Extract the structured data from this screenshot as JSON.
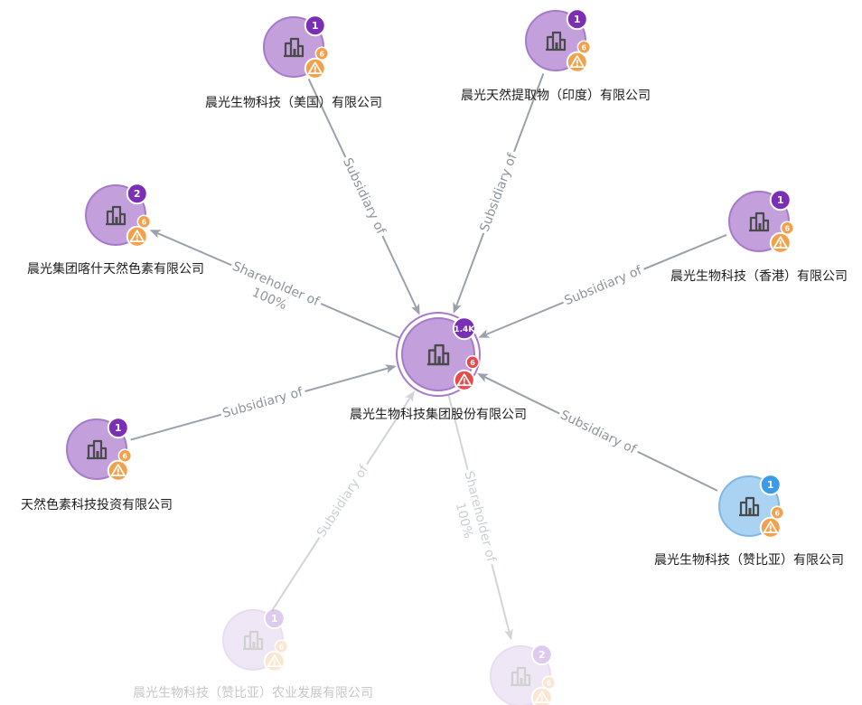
{
  "graph": {
    "center": {
      "name": "晨光生物科技集团股份有限公司",
      "count": "1.4K",
      "risk": "6",
      "color": "#c39fdc",
      "icon": "building-icon"
    },
    "nodes": [
      {
        "id": "us",
        "name": "晨光生物科技（美国）有限公司",
        "count": "1",
        "risk": "6",
        "color": "#c39fdc",
        "icon": "building-icon"
      },
      {
        "id": "india",
        "name": "晨光天然提取物（印度）有限公司",
        "count": "1",
        "risk": "6",
        "color": "#c39fdc",
        "icon": "building-icon"
      },
      {
        "id": "kashgar",
        "name": "晨光集团喀什天然色素有限公司",
        "count": "2",
        "risk": "6",
        "color": "#c39fdc",
        "icon": "building-icon"
      },
      {
        "id": "hk",
        "name": "晨光生物科技（香港）有限公司",
        "count": "1",
        "risk": "6",
        "color": "#c39fdc",
        "icon": "building-icon"
      },
      {
        "id": "natural",
        "name": "天然色素科技投资有限公司",
        "count": "1",
        "risk": "6",
        "color": "#c39fdc",
        "icon": "building-icon"
      },
      {
        "id": "zambia",
        "name": "晨光生物科技（赞比亚）有限公司",
        "count": "1",
        "risk": "6",
        "color": "#a9d2f3",
        "icon": "building-icon"
      },
      {
        "id": "zambia_agri",
        "name": "晨光生物科技（赞比亚）农业发展有限公司",
        "count": "1",
        "risk": "6",
        "color": "#c39fdc",
        "icon": "building-icon"
      },
      {
        "id": "bottom",
        "name": "",
        "count": "2",
        "risk": "6",
        "color": "#c39fdc",
        "icon": "building-icon"
      }
    ],
    "edges": [
      {
        "from": "us",
        "to": "center",
        "label": "Subsidiary of",
        "sublabel": ""
      },
      {
        "from": "india",
        "to": "center",
        "label": "Subsidiary of",
        "sublabel": ""
      },
      {
        "from": "center",
        "to": "kashgar",
        "label": "Shareholder of",
        "sublabel": "100%"
      },
      {
        "from": "hk",
        "to": "center",
        "label": "Subsidiary of",
        "sublabel": ""
      },
      {
        "from": "natural",
        "to": "center",
        "label": "Subsidiary of",
        "sublabel": ""
      },
      {
        "from": "zambia",
        "to": "center",
        "label": "Subsidiary of",
        "sublabel": ""
      },
      {
        "from": "zambia_agri",
        "to": "center",
        "label": "Subsidiary of",
        "sublabel": ""
      },
      {
        "from": "center",
        "to": "bottom",
        "label": "Shareholder of",
        "sublabel": "100%"
      }
    ],
    "colors": {
      "edge": "#9aa1aa",
      "edge_label": "#8d949c",
      "count_badge": "#7b2fb5",
      "count_badge_blue": "#3a9be6",
      "risk_badge": "#f2a14a",
      "risk_badge_center": "#e64a4a",
      "node_border": "#a77ac9",
      "node_border_blue": "#7fb8e6"
    }
  }
}
